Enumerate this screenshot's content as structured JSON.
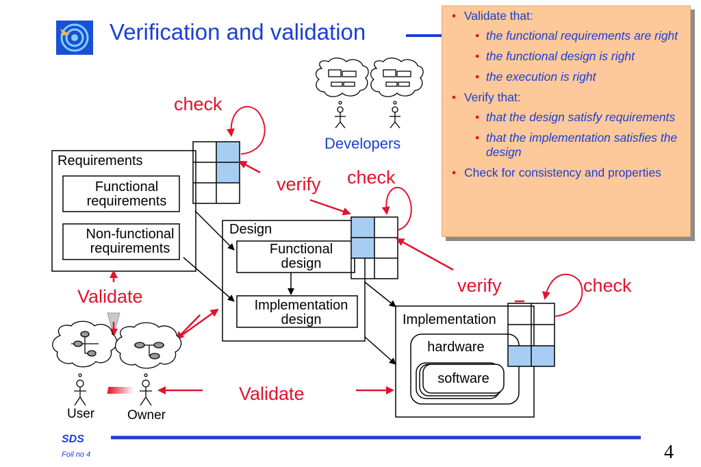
{
  "title": "Verification and validation",
  "boxes": {
    "requirements": "Requirements",
    "functional_requirements": "Functional\nrequirements",
    "non_functional_requirements": "Non-functional\nrequirements",
    "design": "Design",
    "functional_design": "Functional\ndesign",
    "implementation_design": "Implementation\ndesign",
    "implementation": "Implementation",
    "hardware": "hardware",
    "software": "software"
  },
  "labels": {
    "check": "check",
    "verify": "verify",
    "validate": "Validate",
    "developers": "Developers",
    "user": "User",
    "owner": "Owner"
  },
  "callout": {
    "validate_heading": "Validate that:",
    "validate_items": [
      "the functional requirements are right",
      "the functional design is right",
      "the execution is right"
    ],
    "verify_heading": "Verify that:",
    "verify_items": [
      "that the design satisfy requirements",
      "that the implementation satisfies the design"
    ],
    "check_item": "Check for consistency and properties"
  },
  "footer": {
    "course": "SDS",
    "foil": "Foil no 4",
    "page": "4"
  },
  "colors": {
    "title_blue": "#1a3fd6",
    "accent_red": "#e2122c",
    "cell_blue": "#a8cdf2",
    "callout_bg": "#fdc89a"
  }
}
